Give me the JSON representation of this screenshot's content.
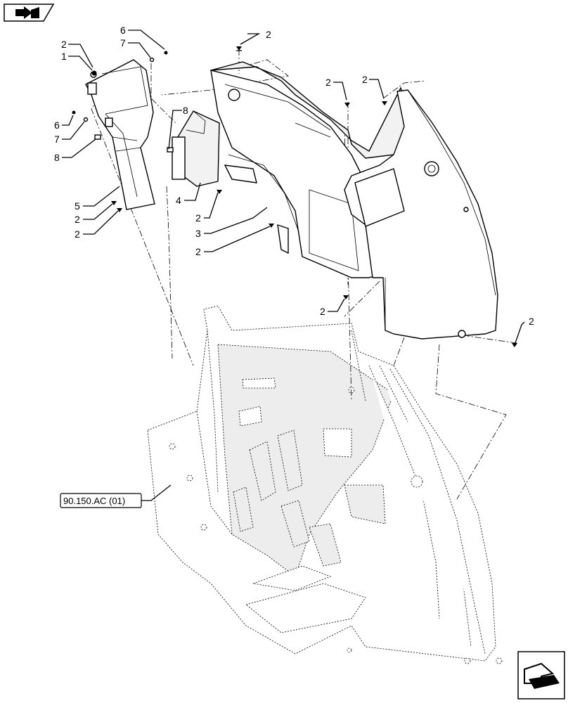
{
  "diagram": {
    "callouts": {
      "c1": "1",
      "c2": "2",
      "c3": "3",
      "c4": "4",
      "c5": "5",
      "c6": "6",
      "c7": "7",
      "c8": "8"
    },
    "reference_label": "90.150.AC (01)"
  },
  "icons": {
    "top_left": "open-book-arrow-icon",
    "bottom_right": "navigation-arrow-icon"
  }
}
